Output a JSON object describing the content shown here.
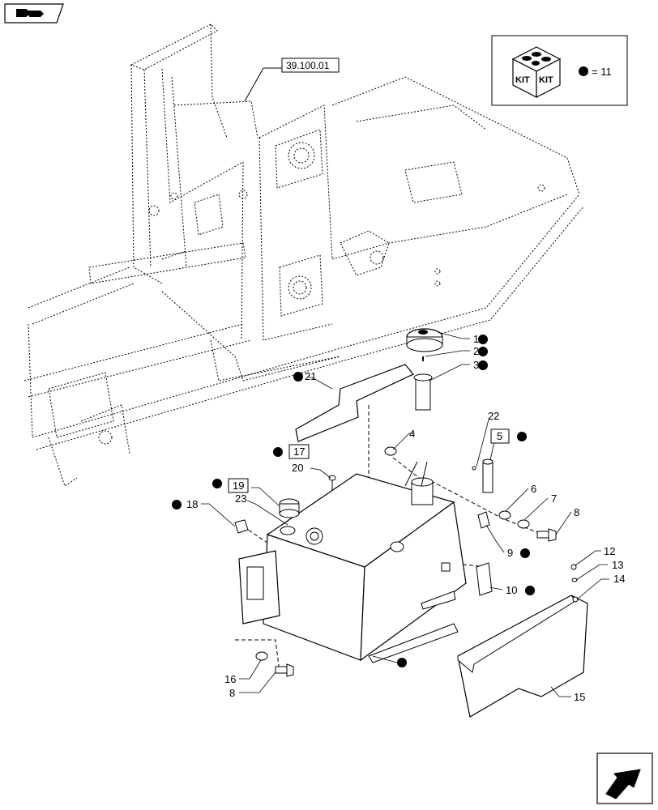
{
  "frame_reference": "39.100.01",
  "kit": {
    "box_text_left": "KIT",
    "box_text_right": "KIT",
    "legend_text": "= 11"
  },
  "callouts": [
    {
      "id": "c1",
      "label": "1",
      "kit": true
    },
    {
      "id": "c2",
      "label": "2",
      "kit": true
    },
    {
      "id": "c3",
      "label": "3",
      "kit": true
    },
    {
      "id": "c4",
      "label": "4",
      "kit": false
    },
    {
      "id": "c5",
      "label": "5",
      "kit": true,
      "boxed": true
    },
    {
      "id": "c6",
      "label": "6",
      "kit": false
    },
    {
      "id": "c7",
      "label": "7",
      "kit": false
    },
    {
      "id": "c8a",
      "label": "8",
      "kit": false
    },
    {
      "id": "c8b",
      "label": "8",
      "kit": false
    },
    {
      "id": "c9",
      "label": "9",
      "kit": true
    },
    {
      "id": "c10",
      "label": "10",
      "kit": true
    },
    {
      "id": "c12",
      "label": "12",
      "kit": false
    },
    {
      "id": "c13",
      "label": "13",
      "kit": false
    },
    {
      "id": "c14",
      "label": "14",
      "kit": false
    },
    {
      "id": "c15",
      "label": "15",
      "kit": false
    },
    {
      "id": "c16",
      "label": "16",
      "kit": false
    },
    {
      "id": "c17",
      "label": "17",
      "kit": true,
      "boxed": true
    },
    {
      "id": "c18",
      "label": "18",
      "kit": true
    },
    {
      "id": "c19",
      "label": "19",
      "kit": true,
      "boxed": true
    },
    {
      "id": "c20",
      "label": "20",
      "kit": false
    },
    {
      "id": "c21",
      "label": "21",
      "kit": true
    },
    {
      "id": "c22",
      "label": "22",
      "kit": false
    },
    {
      "id": "c23",
      "label": "23",
      "kit": false
    },
    {
      "id": "ctank",
      "label": "",
      "kit": true
    }
  ]
}
